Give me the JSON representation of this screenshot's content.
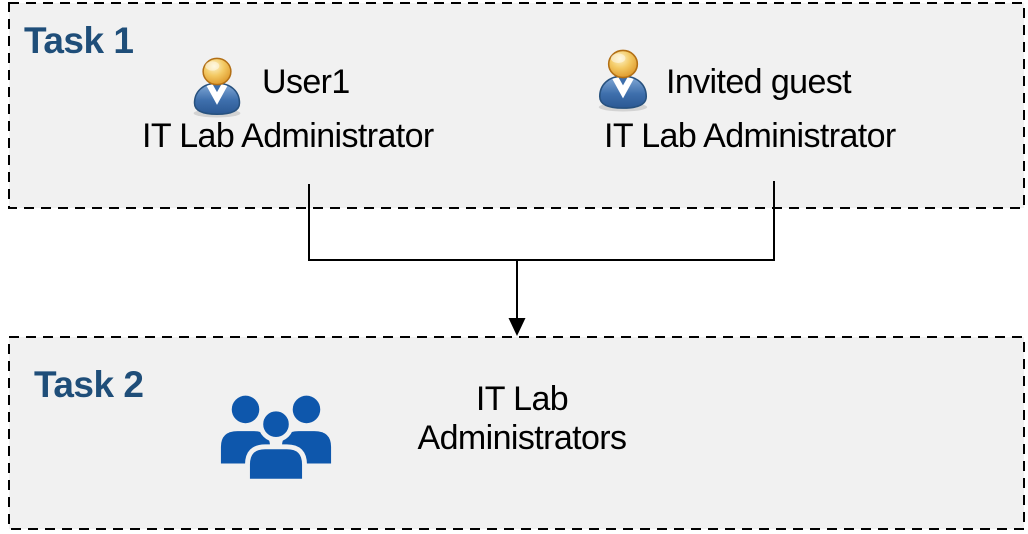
{
  "task1": {
    "label": "Task 1",
    "users": [
      {
        "icon": "user-icon",
        "name": "User1",
        "role": "IT Lab Administrator"
      },
      {
        "icon": "user-icon",
        "name": "Invited guest",
        "role": "IT Lab Administrator"
      }
    ]
  },
  "connector": {
    "icon": "arrow-down-icon",
    "type": "merge"
  },
  "task2": {
    "label": "Task 2",
    "group": {
      "icon": "users-group-icon",
      "name_lines": [
        "IT Lab",
        "Administrators"
      ]
    }
  },
  "colors": {
    "task_label": "#1F4E79",
    "box_fill": "#F1F1F1",
    "box_border": "#000000",
    "text": "#000000",
    "connector": "#000000",
    "group_icon_blue": "#0E57AC",
    "user_icon_head": "#E9A83C",
    "user_icon_body": "#3E6FAC"
  }
}
